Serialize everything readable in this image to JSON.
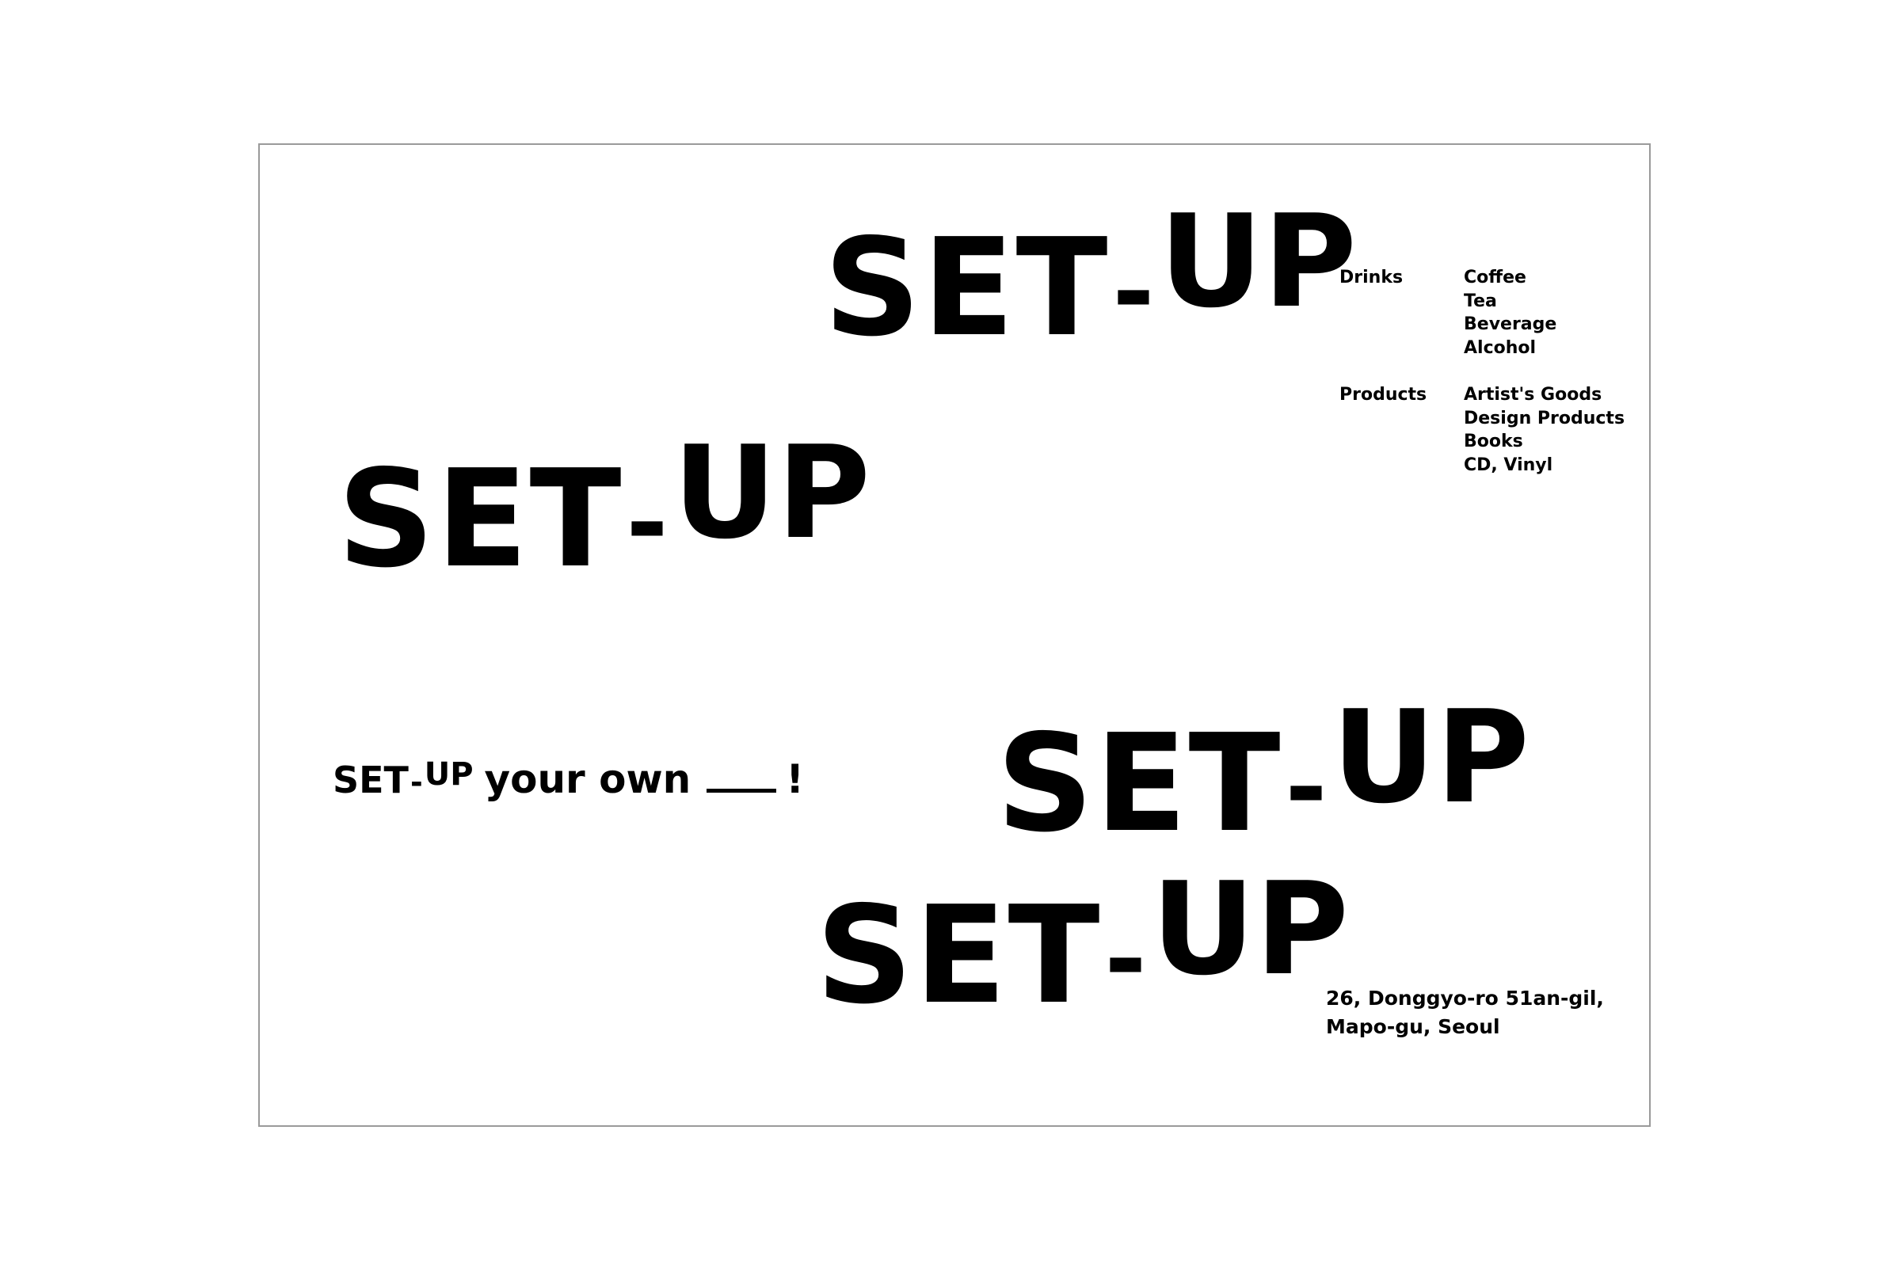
{
  "logos": [
    {
      "set": "SET",
      "dash": "-",
      "up": "UP"
    },
    {
      "set": "SET",
      "dash": "-",
      "up": "UP"
    },
    {
      "set": "SET",
      "dash": "-",
      "up": "UP"
    },
    {
      "set": "SET",
      "dash": "-",
      "up": "UP"
    }
  ],
  "tagline": {
    "set": "SET",
    "dash": "-",
    "up": "UP",
    "text": "your own",
    "end": "!"
  },
  "menu": {
    "groups": [
      {
        "category": "Drinks",
        "items": [
          "Coffee",
          "Tea",
          "Beverage",
          "Alcohol"
        ]
      },
      {
        "category": "Products",
        "items": [
          "Artist's Goods",
          "Design Products",
          "Books",
          "CD, Vinyl"
        ]
      }
    ]
  },
  "address": {
    "line1": "26, Donggyo-ro 51an-gil,",
    "line2": "Mapo-gu, Seoul"
  }
}
